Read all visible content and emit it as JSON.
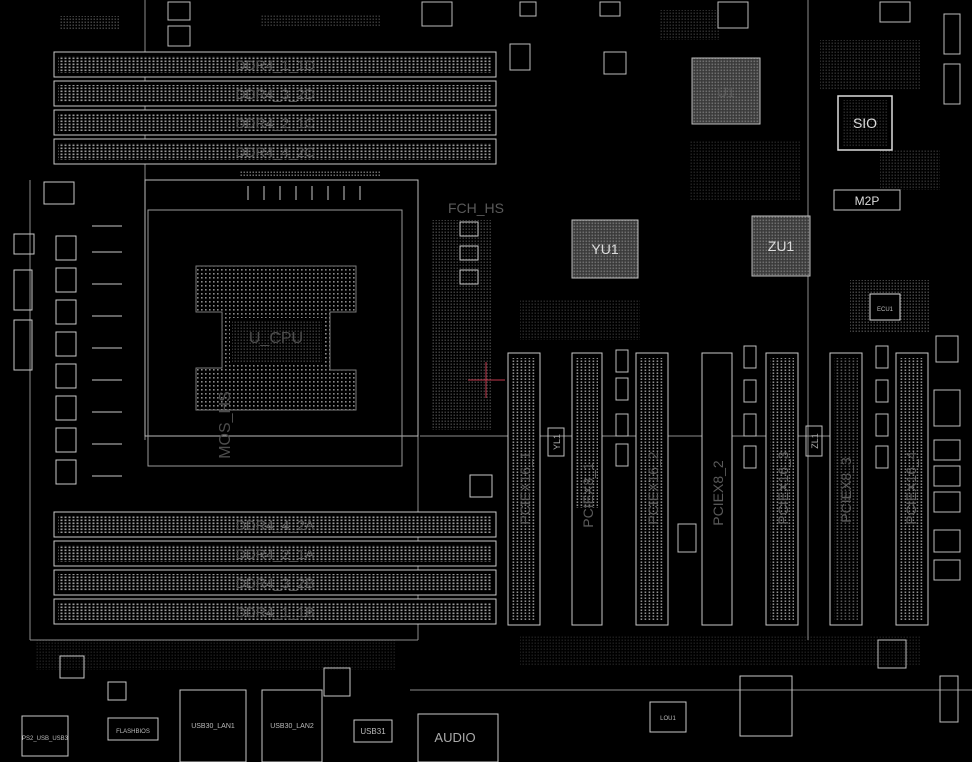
{
  "dimm_slots_top": [
    "DDR4_1_1D",
    "DDR4_3_2D",
    "DDR4_2_1C",
    "DDR4_4_2C"
  ],
  "dimm_slots_bottom": [
    "DDR4_4_2A",
    "DDR4_2_1A",
    "DDR4_3_2B",
    "DDR4_1_1B"
  ],
  "cpu_socket_label": "U_CPU",
  "fch_heatsink_label": "FCH_HS",
  "mos_heatsink_label": "MOS_HS",
  "chips": {
    "u1": "U1",
    "sio": "SIO",
    "m2p": "M2P",
    "yu1": "YU1",
    "zu1": "ZU1",
    "ecu1": "ECU1",
    "lou1": "LOU1"
  },
  "pcie_slots": [
    "PCIEX16_1",
    "PCIEX8_1",
    "PCIEX16_2",
    "PCIEX8_2",
    "PCIEX16_3",
    "PCIEX8_3",
    "PCIEX16_4"
  ],
  "component_refs": {
    "yl1": "YL1",
    "zl1": "ZL1",
    "audio": "AUDIO",
    "usb31": "USB31"
  },
  "rear_io": {
    "lan1": "USB30_LAN1",
    "lan2": "USB30_LAN2",
    "ps2": "PS2_USB_USB3",
    "flash": "FLASHBIOS"
  },
  "colors": {
    "background": "#000000",
    "outline": "#bfbfbf",
    "silkscreen": "#5a5a5a",
    "crosshair": "#c0394b"
  }
}
